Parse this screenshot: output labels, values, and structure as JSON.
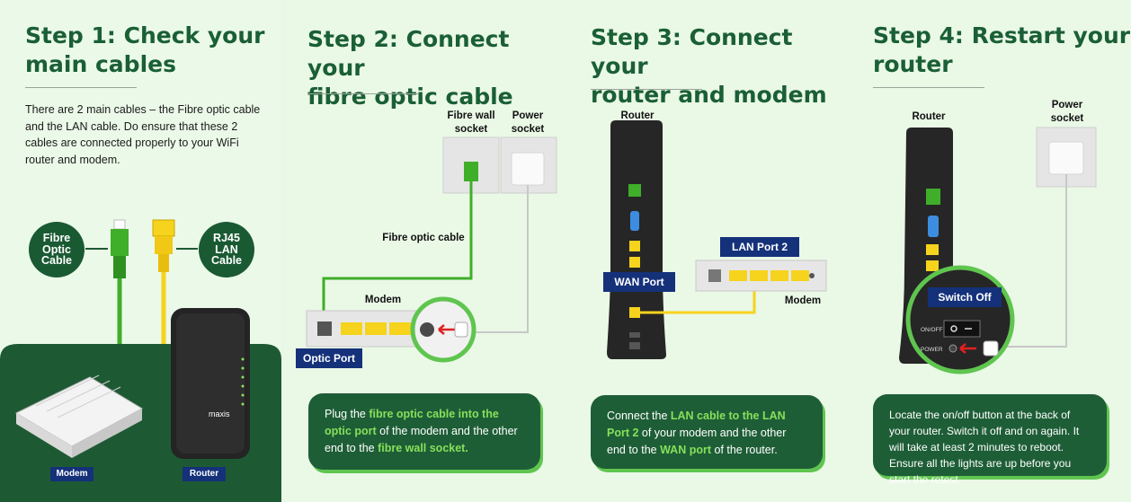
{
  "steps": [
    {
      "title_l1": "Step 1: Check your",
      "title_l2": "main cables"
    },
    {
      "title_l1": "Step 2: Connect your",
      "title_l2": "fibre optic cable"
    },
    {
      "title_l1": "Step 3: Connect your",
      "title_l2": "router and modem"
    },
    {
      "title_l1": "Step 4: Restart your",
      "title_l2": "router"
    }
  ],
  "step1": {
    "intro": "There are 2 main cables – the Fibre optic cable and the LAN cable. Do ensure that these 2 cables are connected properly to your WiFi router and modem.",
    "fibre_label": "Fibre\nOptic\nCable",
    "rj45_label": "RJ45\nLAN\nCable",
    "modem_tag": "Modem",
    "router_tag": "Router",
    "brand": "maxis"
  },
  "step2": {
    "fibre_wall_socket": "Fibre wall\nsocket",
    "power_socket": "Power\nsocket",
    "fibre_optic_cable": "Fibre optic cable",
    "modem": "Modem",
    "optic_port": "Optic Port",
    "note_a": "Plug the ",
    "note_b": "fibre optic cable into the optic port",
    "note_c": " of the modem and the other end to the ",
    "note_d": "fibre wall socket."
  },
  "step3": {
    "router": "Router",
    "lan_port_2": "LAN Port 2",
    "wan_port": "WAN Port",
    "modem": "Modem",
    "note_a": "Connect the ",
    "note_b": "LAN cable to the LAN Port 2",
    "note_c": " of your modem and the other end to the ",
    "note_d": "WAN port",
    "note_e": " of the router."
  },
  "step4": {
    "router": "Router",
    "power_socket": "Power\nsocket",
    "switch_off": "Switch Off",
    "on_off": "ON/OFF",
    "power": "POWER",
    "note": "Locate the on/off button at the back of your router. Switch it off and on again. It will take at least 2 minutes to reboot. Ensure all the lights are up before you start the retest."
  },
  "colors": {
    "title": "#1a5f35",
    "panel_bg": "#eaf8e6",
    "dark_green": "#1e5e37",
    "accent_green": "#5fc54f",
    "navy_tag": "#14317a",
    "fibre_green": "#3fae29",
    "lan_yellow": "#f6d31c"
  }
}
